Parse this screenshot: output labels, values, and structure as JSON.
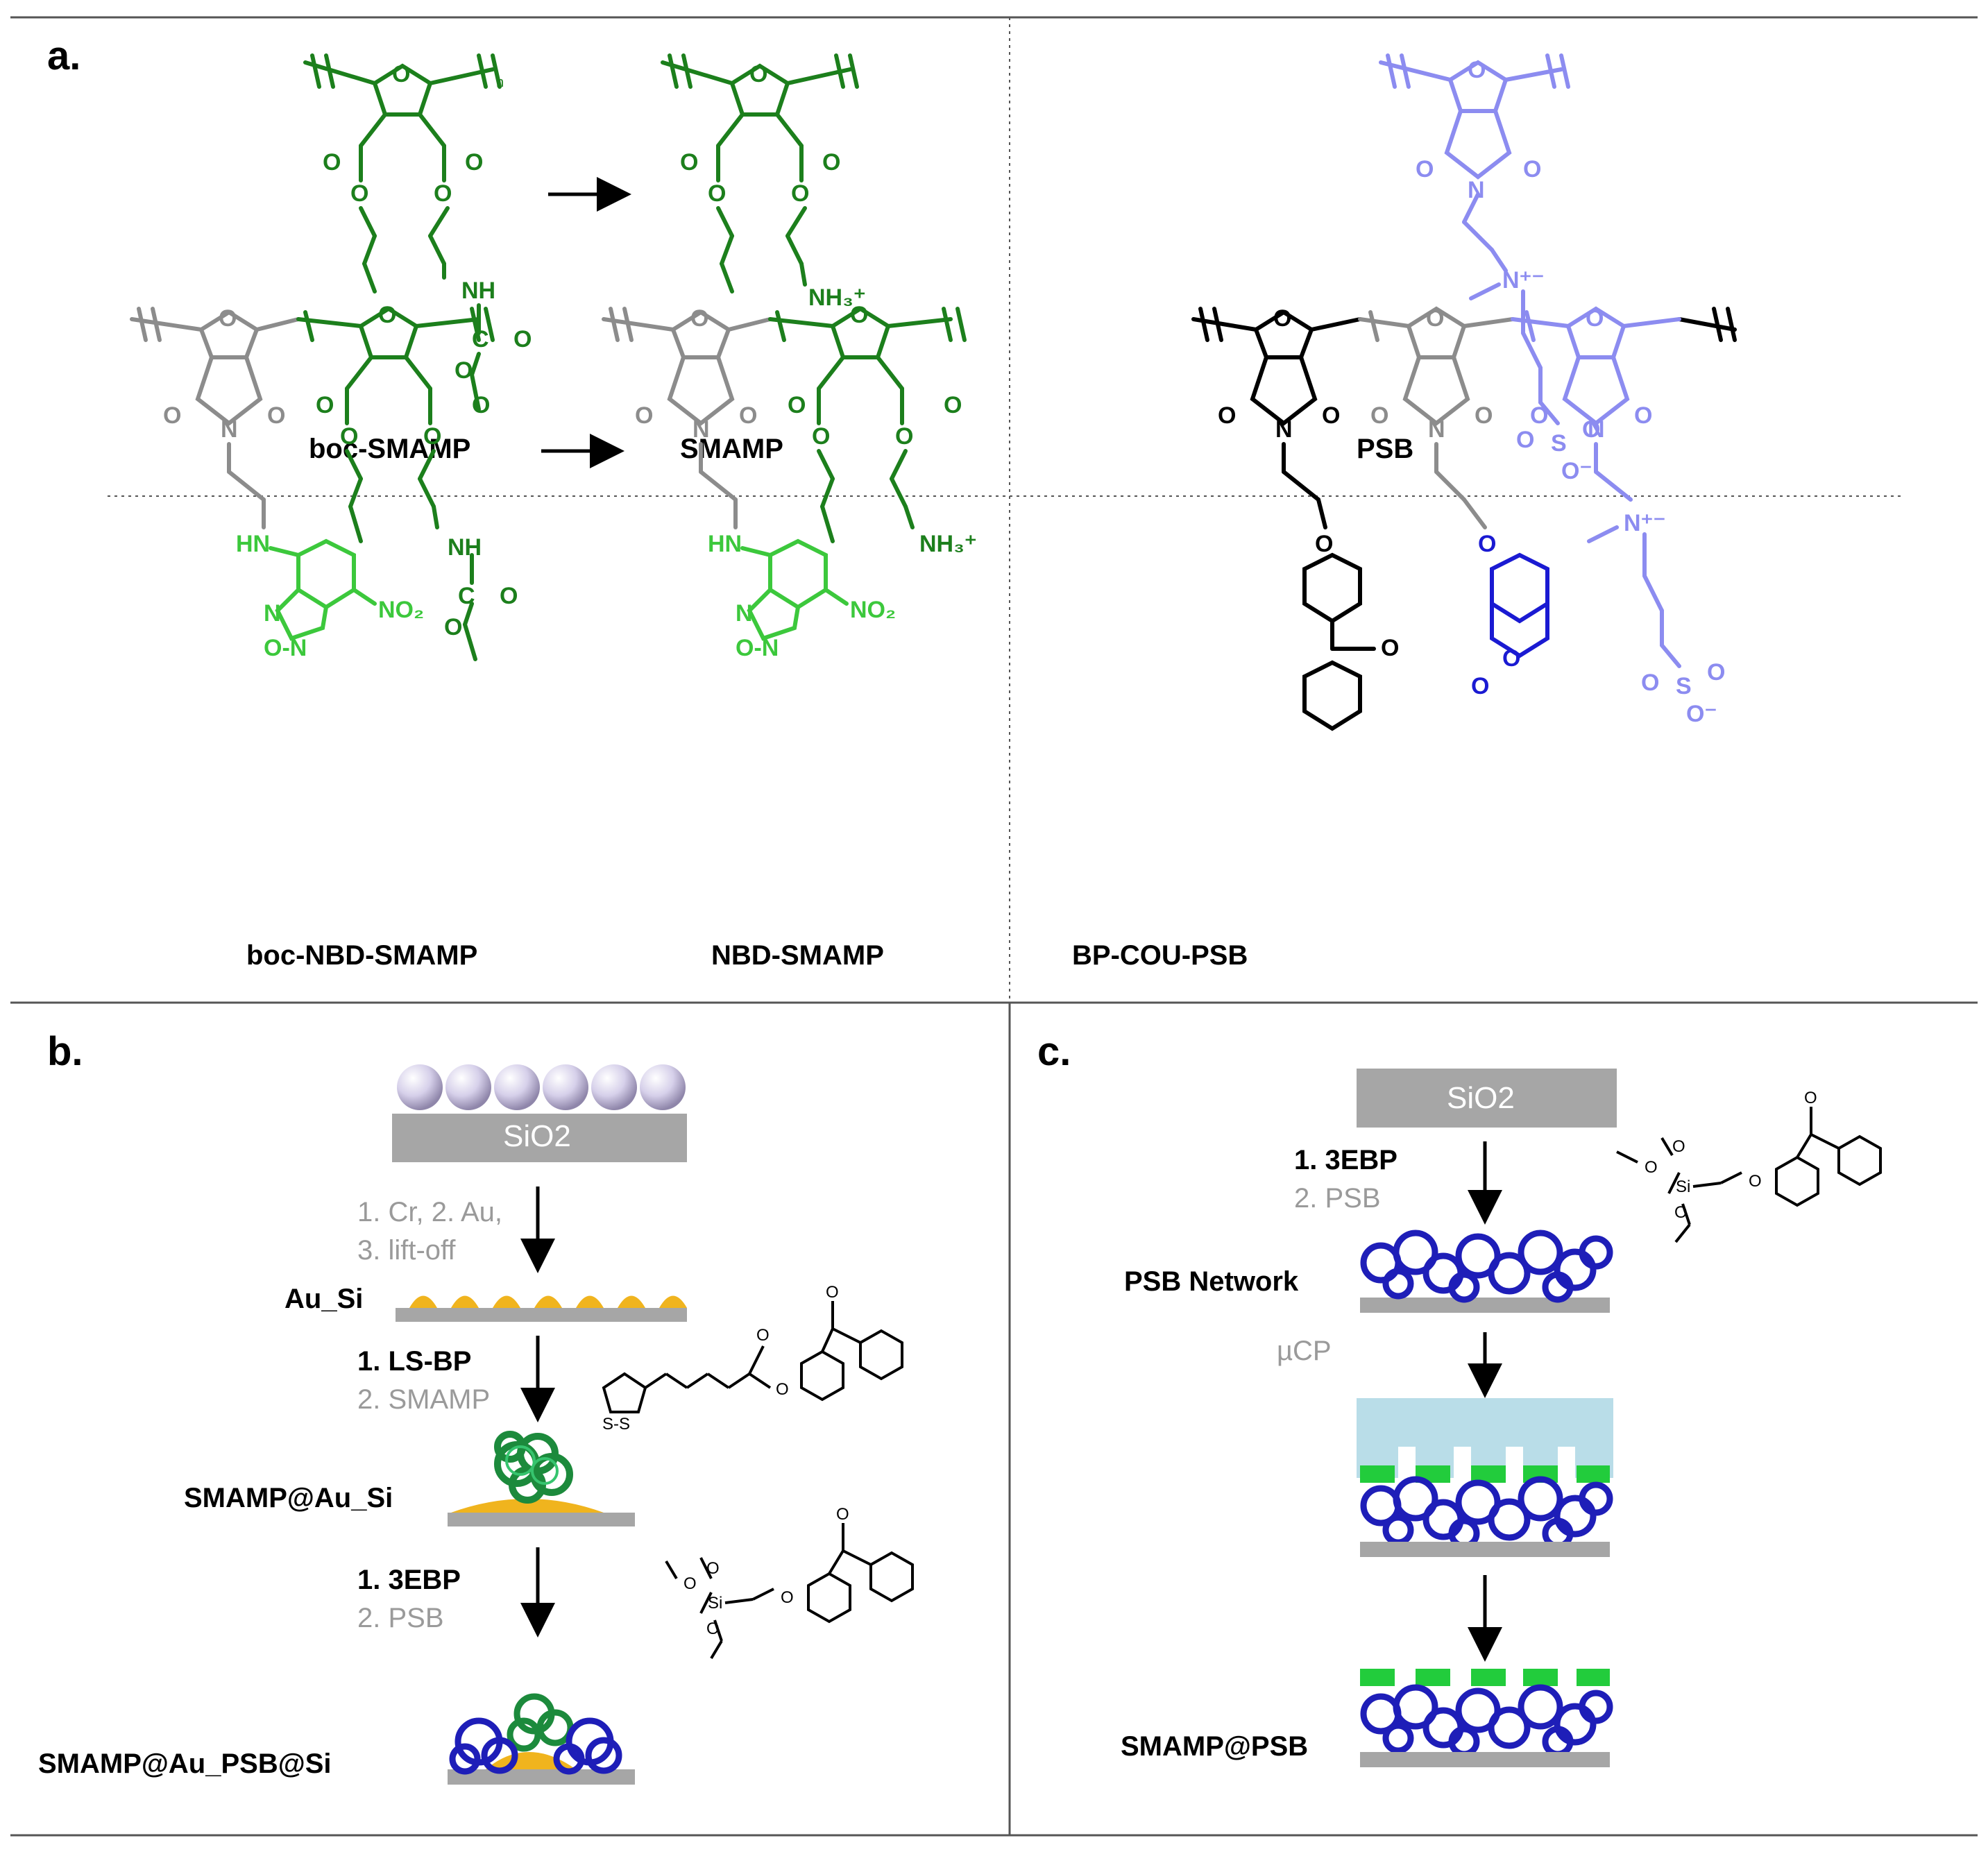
{
  "panel_a": {
    "letter": "a.",
    "names": {
      "boc_smamp": "boc-SMAMP",
      "smamp": "SMAMP",
      "psb": "PSB",
      "boc_nbd_smamp": "boc-NBD-SMAMP",
      "nbd_smamp": "NBD-SMAMP",
      "bp_cou_psb": "BP-COU-PSB"
    }
  },
  "panel_b": {
    "letter": "b.",
    "substrate": "SiO2",
    "step1": [
      "1. Cr, 2. Au,",
      "3. lift-off"
    ],
    "au_si": "Au_Si",
    "step2": [
      "1. LS-BP",
      "2. SMAMP"
    ],
    "smamp_au_si": "SMAMP@Au_Si",
    "step3": [
      "1. 3EBP",
      "2. PSB"
    ],
    "smamp_au_psb_si": "SMAMP@Au_PSB@Si"
  },
  "panel_c": {
    "letter": "c.",
    "substrate": "SiO2",
    "step1": [
      "1. 3EBP",
      "2. PSB"
    ],
    "psb_network": "PSB Network",
    "ucp": "µCP",
    "smamp_psb": "SMAMP@PSB"
  },
  "colors": {
    "dark_green": "#1c7f1c",
    "light_green": "#3cc83c",
    "lavender": "#8c8cf0",
    "blue": "#1a1ad2",
    "gray": "#8c8c8c",
    "gold": "#f0b41e",
    "pdms": "#b9dde8"
  }
}
